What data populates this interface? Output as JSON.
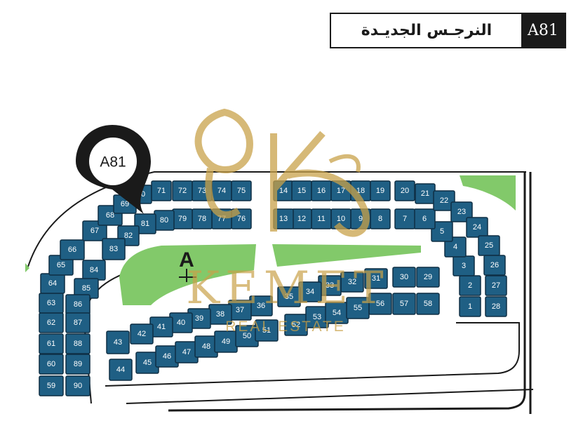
{
  "header": {
    "district_name": "النرجـس الجديـدة",
    "block_code": "A81"
  },
  "pin": {
    "label": "A81"
  },
  "section_label": "A",
  "watermark": {
    "brand": "KEMET",
    "tagline": "REAL ESTATE"
  },
  "colors": {
    "plot_fill": "#1f5f84",
    "plot_border": "#0f2f44",
    "green_area": "#82c96a",
    "road_outline": "#1a1a1a",
    "watermark": "#c9a24a"
  },
  "plots": [
    "1",
    "2",
    "3",
    "4",
    "5",
    "6",
    "7",
    "8",
    "9",
    "10",
    "11",
    "12",
    "13",
    "14",
    "15",
    "16",
    "17",
    "18",
    "19",
    "20",
    "21",
    "22",
    "23",
    "24",
    "25",
    "26",
    "27",
    "28",
    "29",
    "30",
    "31",
    "32",
    "33",
    "34",
    "35",
    "36",
    "37",
    "38",
    "39",
    "40",
    "41",
    "42",
    "43",
    "44",
    "45",
    "46",
    "47",
    "48",
    "49",
    "50",
    "51",
    "52",
    "53",
    "54",
    "55",
    "56",
    "57",
    "58",
    "59",
    "60",
    "61",
    "62",
    "63",
    "64",
    "65",
    "66",
    "67",
    "68",
    "69",
    "70",
    "71",
    "72",
    "73",
    "74",
    "75",
    "76",
    "77",
    "78",
    "79",
    "80",
    "81",
    "82",
    "83",
    "84",
    "85",
    "86",
    "87",
    "88",
    "89",
    "90"
  ]
}
